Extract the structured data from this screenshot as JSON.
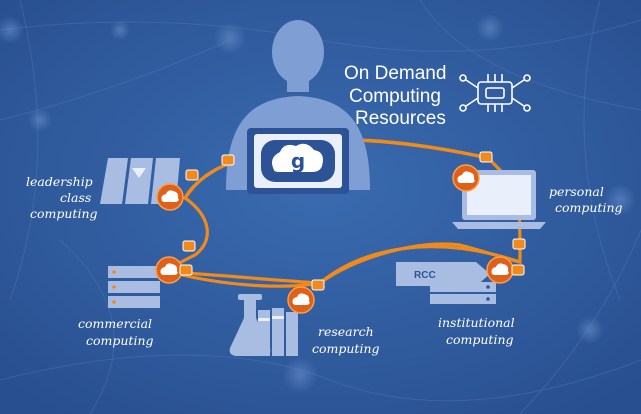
{
  "title": {
    "line1": "On Demand",
    "line2": "Computing",
    "line3": "Resources"
  },
  "center_logo": "g",
  "nodes": {
    "leadership": [
      "leadership",
      "class",
      "computing"
    ],
    "personal": [
      "personal",
      "computing"
    ],
    "commercial": [
      "commercial",
      "computing"
    ],
    "research": [
      "research",
      "computing"
    ],
    "institutional": [
      "institutional",
      "computing"
    ]
  },
  "institution_banner": "RCC",
  "colors": {
    "background": "#2f5b9e",
    "connector": "#f08a1a",
    "globus_badge": "#e0601a",
    "device": "#a9bde3",
    "person": "#7f9fd4"
  }
}
